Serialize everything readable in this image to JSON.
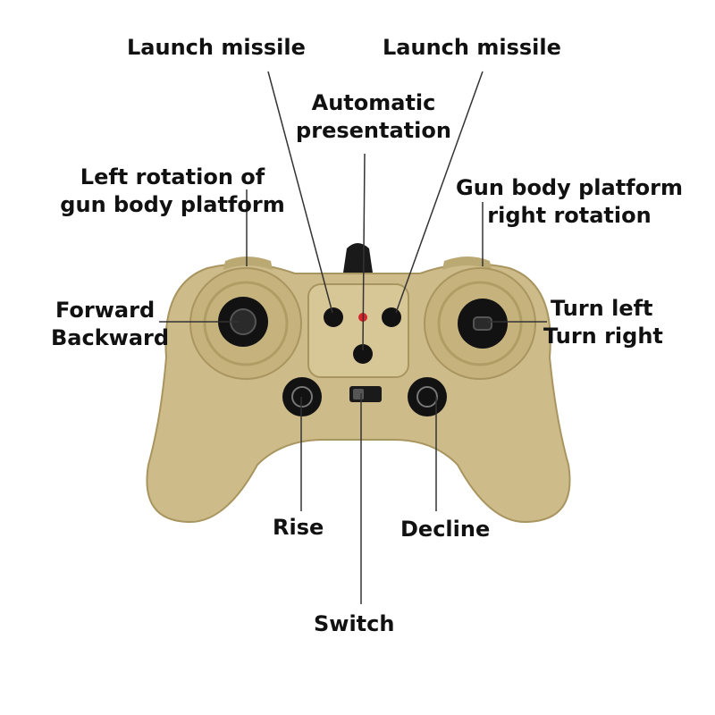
{
  "callouts": {
    "launch_missile_left": "Launch missile",
    "launch_missile_right": "Launch missile",
    "automatic_presentation": [
      "Automatic",
      "presentation"
    ],
    "left_rotation": [
      "Left rotation of",
      "gun body platform"
    ],
    "right_rotation": [
      "Gun body platform",
      "right rotation"
    ],
    "forward_backward": [
      "Forward",
      "Backward"
    ],
    "turn_left_right": [
      "Turn left",
      "Turn right"
    ],
    "rise": "Rise",
    "decline": "Decline",
    "switch": "Switch"
  },
  "colors": {
    "controller_body": "#cdbb8a",
    "controller_shadow": "#a9955f",
    "button_black": "#121212",
    "led_red": "#d8242a",
    "leader_line": "#333333"
  }
}
